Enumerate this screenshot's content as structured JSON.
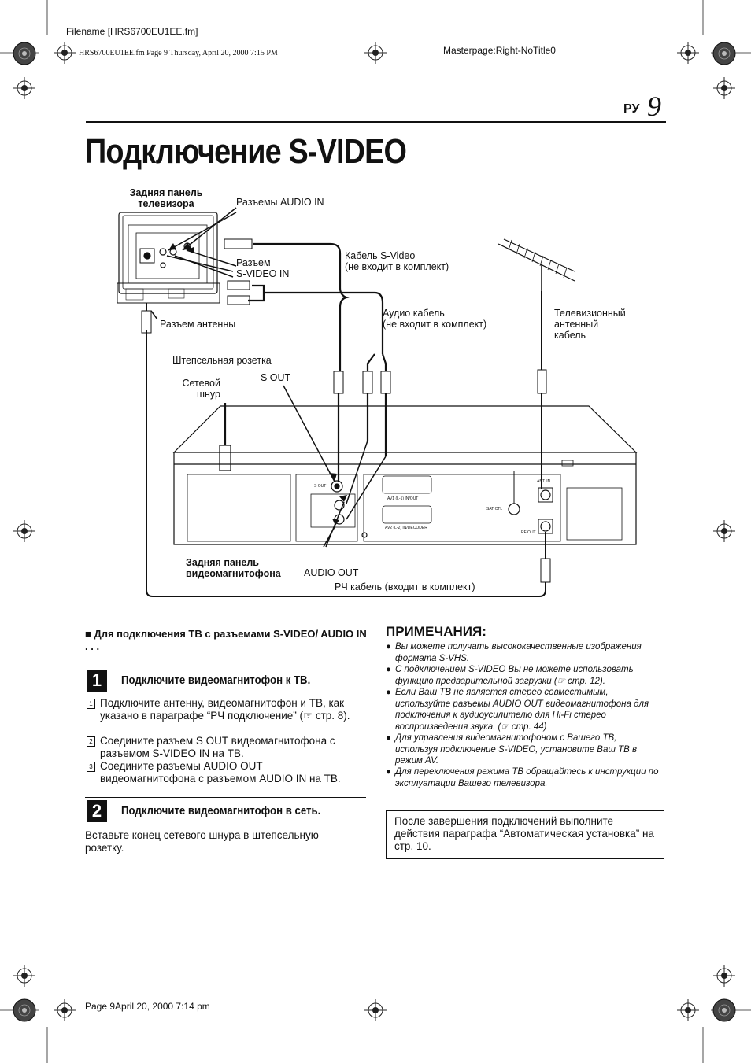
{
  "header": {
    "filename": "Filename [HRS6700EU1EE.fm]",
    "fm_line": "HRS6700EU1EE.fm  Page 9  Thursday, April 20, 2000  7:15 PM",
    "masterpage": "Masterpage:Right-NoTitle0"
  },
  "page": {
    "lang": "РУ",
    "number": "9"
  },
  "title": "Подключение S-VIDEO",
  "diagram": {
    "tv_rear_label": "Задняя панель\nтелевизора",
    "audio_in": "Разъемы AUDIO IN",
    "svideo_in": "Разъем\nS-VIDEO IN",
    "antenna_jack": "Разъем антенны",
    "svideo_cable": "Кабель S-Video\n(не входит в комплект)",
    "audio_cable": "Аудио кабель\n(не входит в комплект)",
    "tv_antenna_cable": "Телевизионный\nантенный\nкабель",
    "outlet": "Штепсельная розетка",
    "power_cord": "Сетевой\nшнур",
    "s_out": "S OUT",
    "vcr_rear_label": "Задняя панель\nвидеомагнитофона",
    "audio_out": "AUDIO OUT",
    "rf_cable": "РЧ кабель (входит в комплект)",
    "panel": {
      "s_out_small": "S OUT",
      "av1": "AV1 (L-1) IN/OUT",
      "av2": "AV2 (L-2) IN/DECODER",
      "sat_ctl": "SAT CTL",
      "ant_in": "ANT. IN",
      "rf_out": "RF OUT"
    }
  },
  "subtitle": "Для подключения ТВ с разъемами S-VIDEO/ AUDIO IN . . .",
  "steps": [
    {
      "num": "1",
      "title": "Подключите видеомагнитофон к ТВ.",
      "items": [
        {
          "n": "1",
          "text": "Подключите антенну, видеомагнитофон и ТВ, как указано в параграфе “РЧ подключение” (☞ стр. 8)."
        },
        {
          "n": "2",
          "text": "Соедините разъем S OUT видеомагнитофона с разъемом S-VIDEO IN на ТВ."
        },
        {
          "n": "3",
          "text": "Соедините разъемы AUDIO OUT видеомагнитофона с разъемом AUDIO IN на ТВ."
        }
      ]
    },
    {
      "num": "2",
      "title": "Подключите видеомагнитофон в сеть.",
      "text": "Вставьте конец сетевого шнура в штепсельную розетку."
    }
  ],
  "notes": {
    "title": "ПРИМЕЧАНИЯ:",
    "items": [
      "Вы можете получать высококачественные изображения формата S-VHS.",
      "С подключением S-VIDEO Вы не можете использовать функцию предварительной загрузки (☞ стр. 12).",
      "Если Ваш ТВ не является стерео совместимым, используйте разъемы AUDIO OUT видеомагнитофона для подключения к аудиоусилителю для Hi-Fi стерео воспроизведения звука. (☞ стр. 44)",
      "Для управления видеомагнитофоном с Вашего ТВ, используя подключение S-VIDEO, установите Ваш ТВ в режим AV.",
      "Для переключения режима ТВ обращайтесь к инструкции по эксплуатации Вашего телевизора."
    ],
    "box": "После завершения подключений выполните действия параграфа “Автоматическая установка” на стр. 10."
  },
  "footer": "Page 9April 20, 2000 7:14 pm"
}
